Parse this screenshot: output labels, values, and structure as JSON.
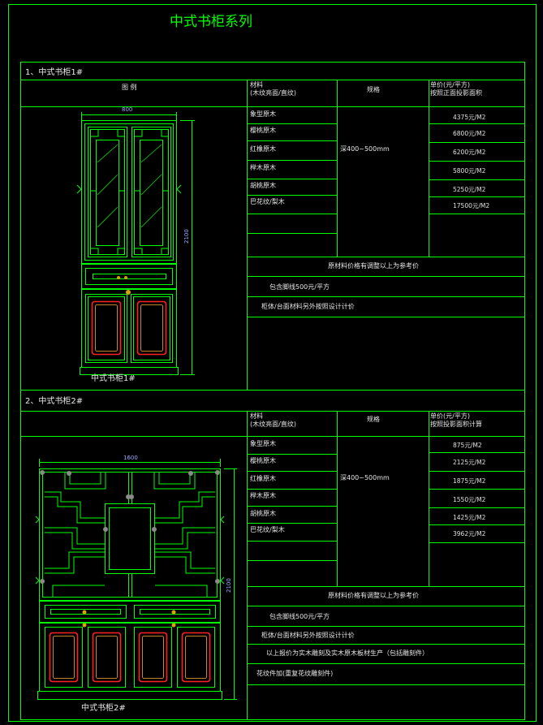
{
  "page_title": "中式书柜系列",
  "sections": [
    {
      "heading": "1、中式书柜1#",
      "col_drawing": "图 例",
      "col_material": "材料\n(木纹亮面/直纹)",
      "col_spec": "规格",
      "col_price": "单价(元/平方)\n按照正面投影面积",
      "spec_value": "深400~500mm",
      "materials": [
        "象型原木",
        "樱桃原木",
        "红橡原木",
        "榉木原木",
        "胡桃原木",
        "巴花纹/梨木"
      ],
      "prices": [
        "4375元/M2",
        "6800元/M2",
        "6200元/M2",
        "5800元/M2",
        "5250元/M2",
        "17500元/M2"
      ],
      "notes": [
        "原材料价格有调整以上为参考价",
        "包含脚线500元/平方",
        "柜体/台面材料另外按照设计计价"
      ],
      "width_dim": "800",
      "height_dim": "2100",
      "caption": "中式书柜1#"
    },
    {
      "heading": "2、中式书柜2#",
      "col_drawing": "",
      "col_material": "材料\n(木纹亮面/直纹)",
      "col_spec": "规格",
      "col_price": "单价(元/平方)\n按照投影面积计算",
      "spec_value": "深400~500mm",
      "materials": [
        "象型原木",
        "樱桃原木",
        "红橡原木",
        "榉木原木",
        "胡桃原木",
        "巴花纹/梨木"
      ],
      "prices": [
        "875元/M2",
        "2125元/M2",
        "1875元/M2",
        "1550元/M2",
        "1425元/M2",
        "3962元/M2"
      ],
      "notes": [
        "原材料价格有调整以上为参考价",
        "包含脚线500元/平方",
        "柜体/台面材料另外按照设计计价",
        "以上报价为实木雕刻及实木原木板材生产（包括雕刻件）",
        "花纹件加(重复花纹雕刻件)"
      ],
      "width_dim": "1600",
      "height_dim": "2100",
      "caption": "中式书柜2#"
    }
  ]
}
